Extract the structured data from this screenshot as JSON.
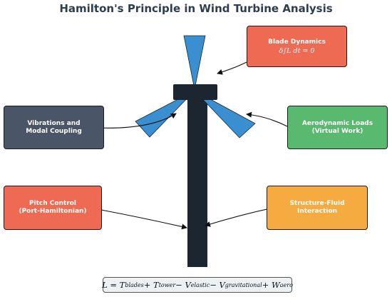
{
  "title": "Hamilton's Principle in Wind Turbine Analysis",
  "colors": {
    "red": "#ef6a52",
    "slate": "#4a5568",
    "green": "#59b96f",
    "orange": "#f5ab3f",
    "tower": "#1b2631",
    "blade": "#3a8fd0"
  },
  "boxes": {
    "blade_dynamics": {
      "title": "Blade Dynamics",
      "formula": "δ∫L dt = 0"
    },
    "vibrations": {
      "line1": "Vibrations and",
      "line2": "Modal Coupling"
    },
    "aero_loads": {
      "line1": "Aerodynamic Loads",
      "line2": "(Virtual Work)"
    },
    "pitch_control": {
      "line1": "Pitch Control",
      "line2": "(Port-Hamiltonian)"
    },
    "structure_fluid": {
      "line1": "Structure-Fluid",
      "line2": "Interaction"
    }
  },
  "lagrangian": {
    "lhs": "L = T",
    "t_blades": "blades",
    "plus1": " + T",
    "t_tower": "tower",
    "minus1": " − V",
    "v_elastic": "elastic",
    "minus2": " − V",
    "v_grav": "gravitational",
    "plus2": " + W",
    "w_aero": "aero"
  }
}
